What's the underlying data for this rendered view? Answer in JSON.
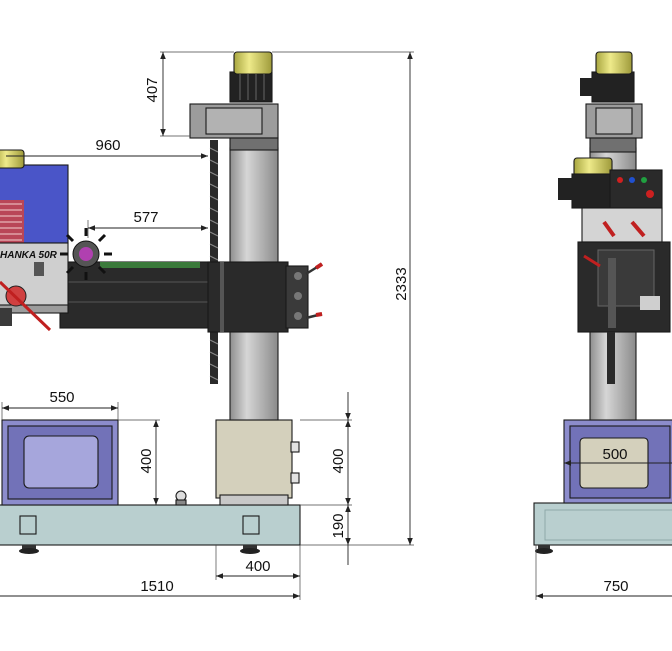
{
  "drawing": {
    "left_view": {
      "dims": {
        "motor_height": "407",
        "arm_reach": "960",
        "arm_travel": "577",
        "total_height": "2333",
        "table_width": "550",
        "table_height": "400",
        "column_base_height": "400",
        "base_height": "190",
        "column_base_width": "400",
        "base_length": "1510"
      },
      "head_label": "HANKA 50R"
    },
    "right_view": {
      "dims": {
        "table_width": "500",
        "base_width": "750"
      }
    }
  },
  "colors": {
    "column": "#b4b4b4",
    "base": "#b9cfcf",
    "table": "#8c8ccc",
    "head": "#4a55c8",
    "motor": "#d8d35a",
    "arm": "#2a2a2a",
    "column_base": "#d4d0bc",
    "lever_red": "#c02020"
  }
}
